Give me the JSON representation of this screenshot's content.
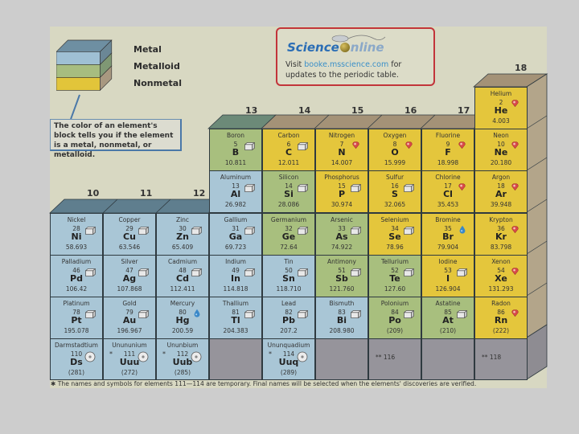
{
  "legend": {
    "items": [
      {
        "label": "Metal",
        "color": "#9fc0d4"
      },
      {
        "label": "Metalloid",
        "color": "#a7bd80"
      },
      {
        "label": "Nonmetal",
        "color": "#e2c53a"
      }
    ],
    "callout": "The color of an element's block tells you if the element is a metal, nonmetal, or metalloid."
  },
  "science_online": {
    "logo_part1": "Science",
    "logo_part2": "nline",
    "visit": "Visit",
    "link": "booke.msscience.com",
    "for": "for",
    "line2": "updates to the periodic table."
  },
  "groups": [
    "10",
    "11",
    "12",
    "13",
    "14",
    "15",
    "16",
    "17",
    "18"
  ],
  "elements": [
    {
      "name": "Helium",
      "number": "2",
      "symbol": "He",
      "mass": "4.003",
      "type": "nonmetal",
      "state": "gas",
      "col": 8,
      "row": 0
    },
    {
      "name": "Boron",
      "number": "5",
      "symbol": "B",
      "mass": "10.811",
      "type": "metalloid",
      "state": "solid",
      "col": 3,
      "row": 1
    },
    {
      "name": "Carbon",
      "number": "6",
      "symbol": "C",
      "mass": "12.011",
      "type": "nonmetal",
      "state": "solid",
      "col": 4,
      "row": 1
    },
    {
      "name": "Nitrogen",
      "number": "7",
      "symbol": "N",
      "mass": "14.007",
      "type": "nonmetal",
      "state": "gas",
      "col": 5,
      "row": 1
    },
    {
      "name": "Oxygen",
      "number": "8",
      "symbol": "O",
      "mass": "15.999",
      "type": "nonmetal",
      "state": "gas",
      "col": 6,
      "row": 1
    },
    {
      "name": "Fluorine",
      "number": "9",
      "symbol": "F",
      "mass": "18.998",
      "type": "nonmetal",
      "state": "gas",
      "col": 7,
      "row": 1
    },
    {
      "name": "Neon",
      "number": "10",
      "symbol": "Ne",
      "mass": "20.180",
      "type": "nonmetal",
      "state": "gas",
      "col": 8,
      "row": 1
    },
    {
      "name": "Aluminum",
      "number": "13",
      "symbol": "Al",
      "mass": "26.982",
      "type": "metal",
      "state": "solid",
      "col": 3,
      "row": 2
    },
    {
      "name": "Silicon",
      "number": "14",
      "symbol": "Si",
      "mass": "28.086",
      "type": "metalloid",
      "state": "solid",
      "col": 4,
      "row": 2
    },
    {
      "name": "Phosphorus",
      "number": "15",
      "symbol": "P",
      "mass": "30.974",
      "type": "nonmetal",
      "state": "solid",
      "col": 5,
      "row": 2
    },
    {
      "name": "Sulfur",
      "number": "16",
      "symbol": "S",
      "mass": "32.065",
      "type": "nonmetal",
      "state": "solid",
      "col": 6,
      "row": 2
    },
    {
      "name": "Chlorine",
      "number": "17",
      "symbol": "Cl",
      "mass": "35.453",
      "type": "nonmetal",
      "state": "gas",
      "col": 7,
      "row": 2
    },
    {
      "name": "Argon",
      "number": "18",
      "symbol": "Ar",
      "mass": "39.948",
      "type": "nonmetal",
      "state": "gas",
      "col": 8,
      "row": 2
    },
    {
      "name": "Nickel",
      "number": "28",
      "symbol": "Ni",
      "mass": "58.693",
      "type": "metal",
      "state": "solid",
      "col": 0,
      "row": 3
    },
    {
      "name": "Copper",
      "number": "29",
      "symbol": "Cu",
      "mass": "63.546",
      "type": "metal",
      "state": "solid",
      "col": 1,
      "row": 3
    },
    {
      "name": "Zinc",
      "number": "30",
      "symbol": "Zn",
      "mass": "65.409",
      "type": "metal",
      "state": "solid",
      "col": 2,
      "row": 3
    },
    {
      "name": "Gallium",
      "number": "31",
      "symbol": "Ga",
      "mass": "69.723",
      "type": "metal",
      "state": "solid",
      "col": 3,
      "row": 3
    },
    {
      "name": "Germanium",
      "number": "32",
      "symbol": "Ge",
      "mass": "72.64",
      "type": "metalloid",
      "state": "solid",
      "col": 4,
      "row": 3
    },
    {
      "name": "Arsenic",
      "number": "33",
      "symbol": "As",
      "mass": "74.922",
      "type": "metalloid",
      "state": "solid",
      "col": 5,
      "row": 3
    },
    {
      "name": "Selenium",
      "number": "34",
      "symbol": "Se",
      "mass": "78.96",
      "type": "nonmetal",
      "state": "solid",
      "col": 6,
      "row": 3
    },
    {
      "name": "Bromine",
      "number": "35",
      "symbol": "Br",
      "mass": "79.904",
      "type": "nonmetal",
      "state": "liquid",
      "col": 7,
      "row": 3
    },
    {
      "name": "Krypton",
      "number": "36",
      "symbol": "Kr",
      "mass": "83.798",
      "type": "nonmetal",
      "state": "gas",
      "col": 8,
      "row": 3
    },
    {
      "name": "Palladium",
      "number": "46",
      "symbol": "Pd",
      "mass": "106.42",
      "type": "metal",
      "state": "solid",
      "col": 0,
      "row": 4
    },
    {
      "name": "Silver",
      "number": "47",
      "symbol": "Ag",
      "mass": "107.868",
      "type": "metal",
      "state": "solid",
      "col": 1,
      "row": 4
    },
    {
      "name": "Cadmium",
      "number": "48",
      "symbol": "Cd",
      "mass": "112.411",
      "type": "metal",
      "state": "solid",
      "col": 2,
      "row": 4
    },
    {
      "name": "Indium",
      "number": "49",
      "symbol": "In",
      "mass": "114.818",
      "type": "metal",
      "state": "solid",
      "col": 3,
      "row": 4
    },
    {
      "name": "Tin",
      "number": "50",
      "symbol": "Sn",
      "mass": "118.710",
      "type": "metal",
      "state": "solid",
      "col": 4,
      "row": 4
    },
    {
      "name": "Antimony",
      "number": "51",
      "symbol": "Sb",
      "mass": "121.760",
      "type": "metalloid",
      "state": "solid",
      "col": 5,
      "row": 4
    },
    {
      "name": "Tellurium",
      "number": "52",
      "symbol": "Te",
      "mass": "127.60",
      "type": "metalloid",
      "state": "solid",
      "col": 6,
      "row": 4
    },
    {
      "name": "Iodine",
      "number": "53",
      "symbol": "I",
      "mass": "126.904",
      "type": "nonmetal",
      "state": "solid",
      "col": 7,
      "row": 4
    },
    {
      "name": "Xenon",
      "number": "54",
      "symbol": "Xe",
      "mass": "131.293",
      "type": "nonmetal",
      "state": "gas",
      "col": 8,
      "row": 4
    },
    {
      "name": "Platinum",
      "number": "78",
      "symbol": "Pt",
      "mass": "195.078",
      "type": "metal",
      "state": "solid",
      "col": 0,
      "row": 5
    },
    {
      "name": "Gold",
      "number": "79",
      "symbol": "Au",
      "mass": "196.967",
      "type": "metal",
      "state": "solid",
      "col": 1,
      "row": 5
    },
    {
      "name": "Mercury",
      "number": "80",
      "symbol": "Hg",
      "mass": "200.59",
      "type": "metal",
      "state": "liquid",
      "col": 2,
      "row": 5
    },
    {
      "name": "Thallium",
      "number": "81",
      "symbol": "Tl",
      "mass": "204.383",
      "type": "metal",
      "state": "solid",
      "col": 3,
      "row": 5
    },
    {
      "name": "Lead",
      "number": "82",
      "symbol": "Pb",
      "mass": "207.2",
      "type": "metal",
      "state": "solid",
      "col": 4,
      "row": 5
    },
    {
      "name": "Bismuth",
      "number": "83",
      "symbol": "Bi",
      "mass": "208.980",
      "type": "metal",
      "state": "solid",
      "col": 5,
      "row": 5
    },
    {
      "name": "Polonium",
      "number": "84",
      "symbol": "Po",
      "mass": "(209)",
      "type": "metalloid",
      "state": "solid",
      "col": 6,
      "row": 5
    },
    {
      "name": "Astatine",
      "number": "85",
      "symbol": "At",
      "mass": "(210)",
      "type": "metalloid",
      "state": "solid",
      "col": 7,
      "row": 5
    },
    {
      "name": "Radon",
      "number": "86",
      "symbol": "Rn",
      "mass": "(222)",
      "type": "nonmetal",
      "state": "gas",
      "col": 8,
      "row": 5
    },
    {
      "name": "Darmstadtium",
      "number": "110",
      "symbol": "Ds",
      "mass": "(281)",
      "type": "metal",
      "state": "synthetic",
      "col": 0,
      "row": 6
    },
    {
      "name": "Unununium",
      "number": "111",
      "symbol": "Uuu",
      "mass": "(272)",
      "type": "metal",
      "state": "synthetic",
      "col": 1,
      "row": 6,
      "star": "*"
    },
    {
      "name": "Ununbium",
      "number": "112",
      "symbol": "Uub",
      "mass": "(285)",
      "type": "metal",
      "state": "synthetic",
      "col": 2,
      "row": 6,
      "star": "*"
    },
    {
      "name": "",
      "number": "",
      "symbol": "",
      "mass": "",
      "type": "empty",
      "state": "",
      "col": 3,
      "row": 6
    },
    {
      "name": "Ununquadium",
      "number": "114",
      "symbol": "Uuq",
      "mass": "(289)",
      "type": "metal",
      "state": "synthetic",
      "col": 4,
      "row": 6,
      "star": "*"
    },
    {
      "name": "",
      "number": "",
      "symbol": "",
      "mass": "",
      "type": "empty",
      "state": "",
      "col": 5,
      "row": 6
    },
    {
      "name": "",
      "number": "** 116",
      "symbol": "",
      "mass": "",
      "type": "empty",
      "state": "",
      "col": 6,
      "row": 6
    },
    {
      "name": "",
      "number": "",
      "symbol": "",
      "mass": "",
      "type": "empty",
      "state": "",
      "col": 7,
      "row": 6
    },
    {
      "name": "",
      "number": "** 118",
      "symbol": "",
      "mass": "",
      "type": "empty",
      "state": "",
      "col": 8,
      "row": 6
    }
  ],
  "footnote": "✱ The names and symbols for elements 111—114 are temporary. Final names will be selected when the elements' discoveries are verified.",
  "colors": {
    "metal": "#a9c6d6",
    "metalloid": "#a8bf7e",
    "nonmetal": "#e4c63c",
    "empty": "#96949b"
  }
}
